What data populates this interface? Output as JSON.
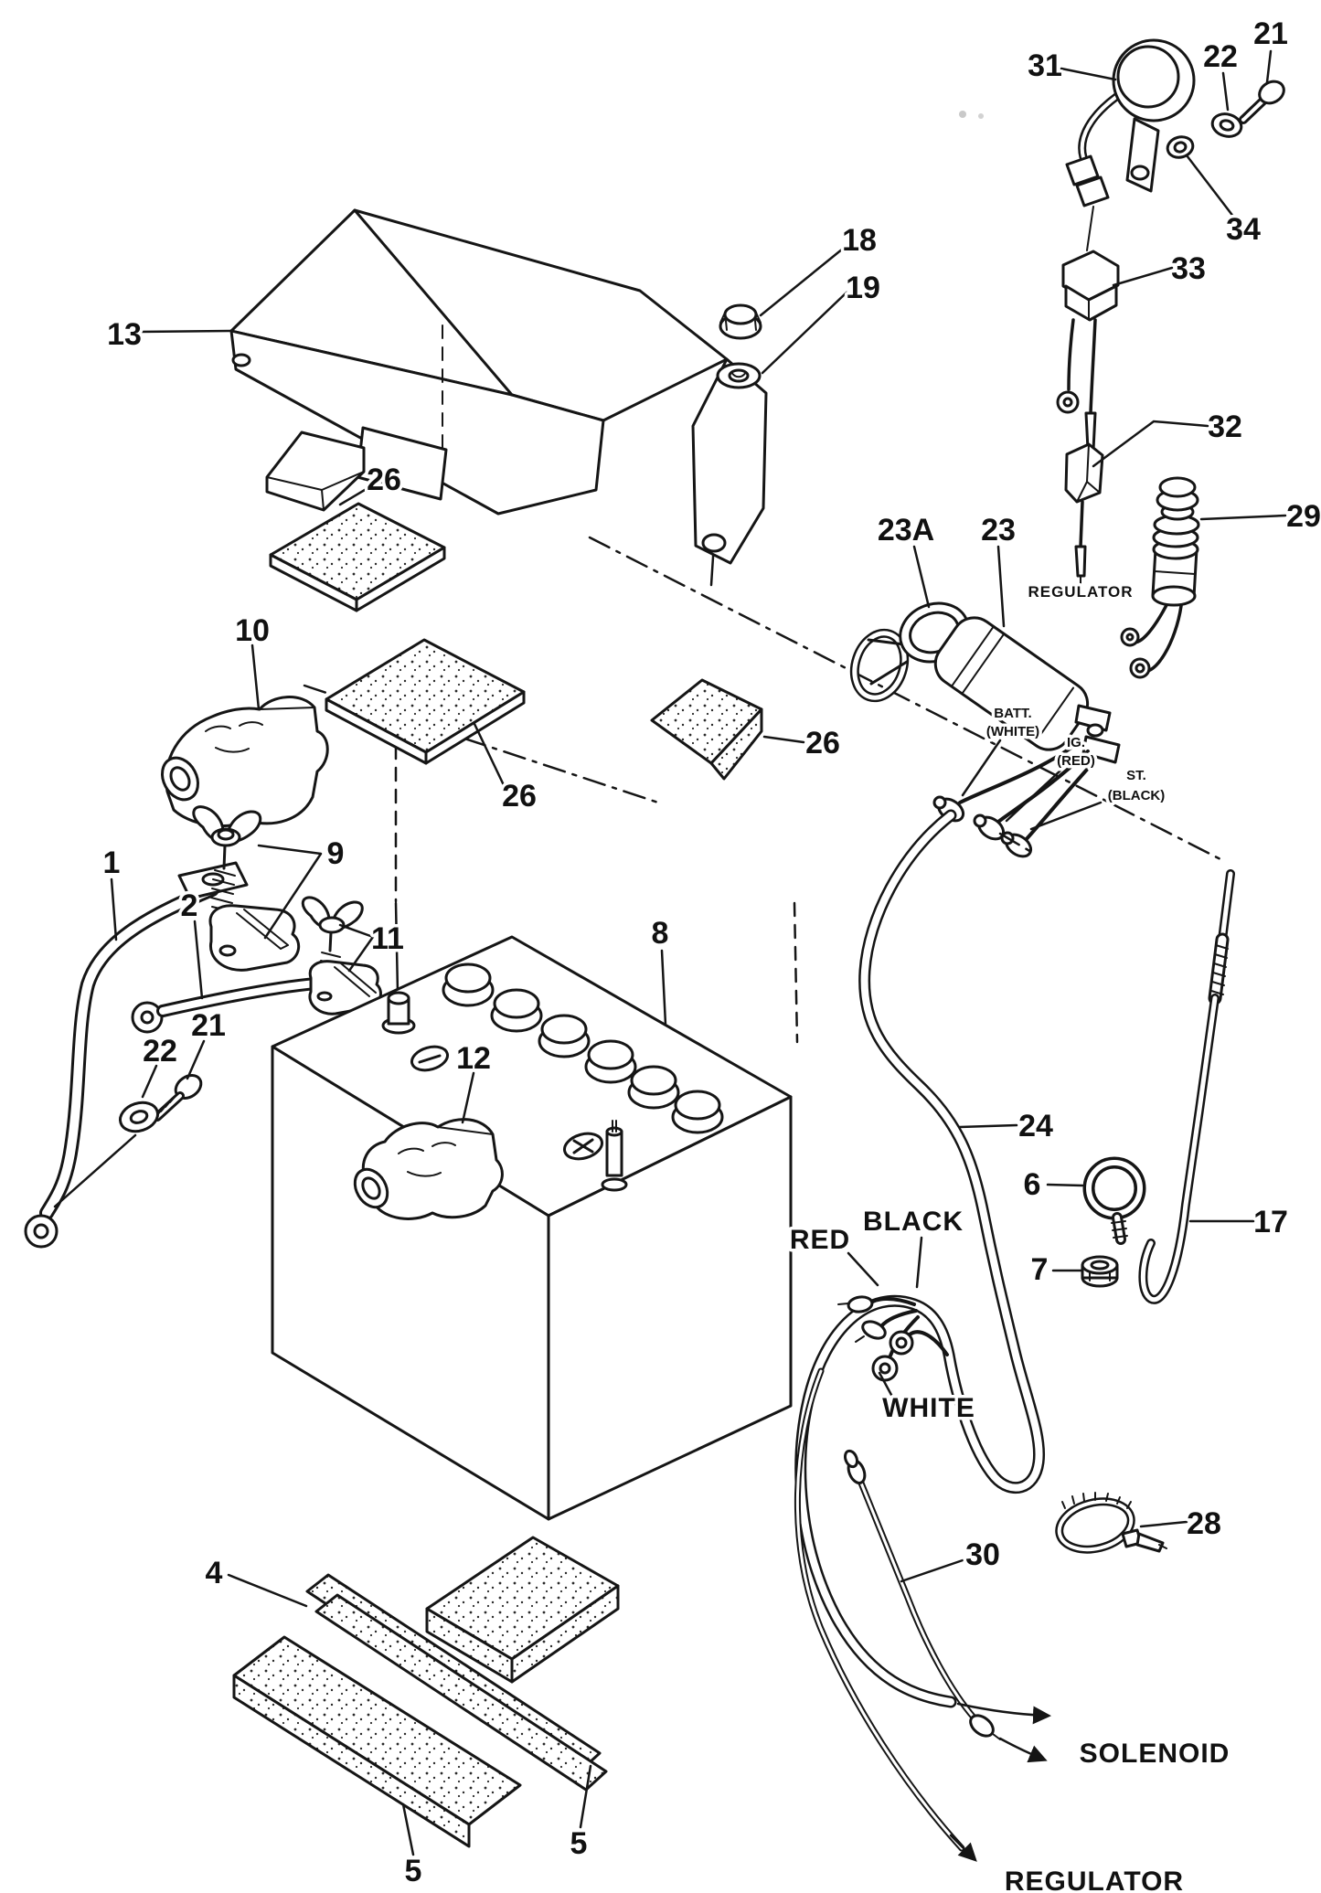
{
  "colors": {
    "background": "#ffffff",
    "ink": "#151515"
  },
  "callouts": [
    {
      "label": "13"
    },
    {
      "label": "18"
    },
    {
      "label": "19"
    },
    {
      "label": "26"
    },
    {
      "label": "26"
    },
    {
      "label": "26"
    },
    {
      "label": "10"
    },
    {
      "label": "9"
    },
    {
      "label": "1"
    },
    {
      "label": "21"
    },
    {
      "label": "22"
    },
    {
      "label": "2"
    },
    {
      "label": "11"
    },
    {
      "label": "12"
    },
    {
      "label": "8"
    },
    {
      "label": "4"
    },
    {
      "label": "5"
    },
    {
      "label": "5"
    },
    {
      "label": "23A"
    },
    {
      "label": "23"
    },
    {
      "label": "29"
    },
    {
      "label": "32"
    },
    {
      "label": "33"
    },
    {
      "label": "31"
    },
    {
      "label": "22"
    },
    {
      "label": "21"
    },
    {
      "label": "34"
    },
    {
      "label": "24"
    },
    {
      "label": "6"
    },
    {
      "label": "7"
    },
    {
      "label": "17"
    },
    {
      "label": "28"
    },
    {
      "label": "30"
    }
  ],
  "annotations": {
    "regulator_top": "REGULATOR",
    "batt_label": "BATT.",
    "batt_wire": "(WHITE)",
    "ig_label": "IG.",
    "ig_wire": "(RED)",
    "st_label": "ST.",
    "st_wire": "(BLACK)",
    "wire_red": "RED",
    "wire_black": "BLACK",
    "wire_white": "WHITE",
    "dest_solenoid": "SOLENOID",
    "dest_regulator": "REGULATOR"
  }
}
